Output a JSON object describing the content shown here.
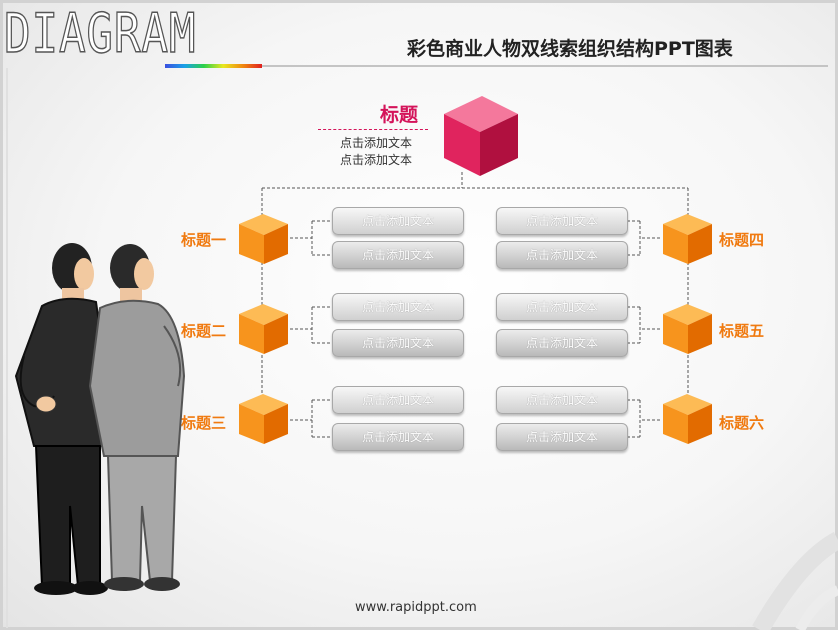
{
  "header": {
    "logo_text": "DIAGRAM",
    "title": "彩色商业人物双线索组织结构PPT图表"
  },
  "root": {
    "label": "标题",
    "lines": [
      "点击添加文本",
      "点击添加文本"
    ]
  },
  "branches": [
    {
      "label": "标题一",
      "items": [
        "点击添加文本",
        "点击添加文本"
      ]
    },
    {
      "label": "标题二",
      "items": [
        "点击添加文本",
        "点击添加文本"
      ]
    },
    {
      "label": "标题三",
      "items": [
        "点击添加文本",
        "点击添加文本"
      ]
    },
    {
      "label": "标题四",
      "items": [
        "点击添加文本",
        "点击添加文本"
      ]
    },
    {
      "label": "标题五",
      "items": [
        "点击添加文本",
        "点击添加文本"
      ]
    },
    {
      "label": "标题六",
      "items": [
        "点击添加文本",
        "点击添加文本"
      ]
    }
  ],
  "footer": {
    "url": "www.rapidppt.com"
  },
  "colors": {
    "root_accent": "#d4145a",
    "branch_accent": "#f07a10",
    "root_cube": "#e0245e",
    "branch_cube": "#f7941d"
  }
}
